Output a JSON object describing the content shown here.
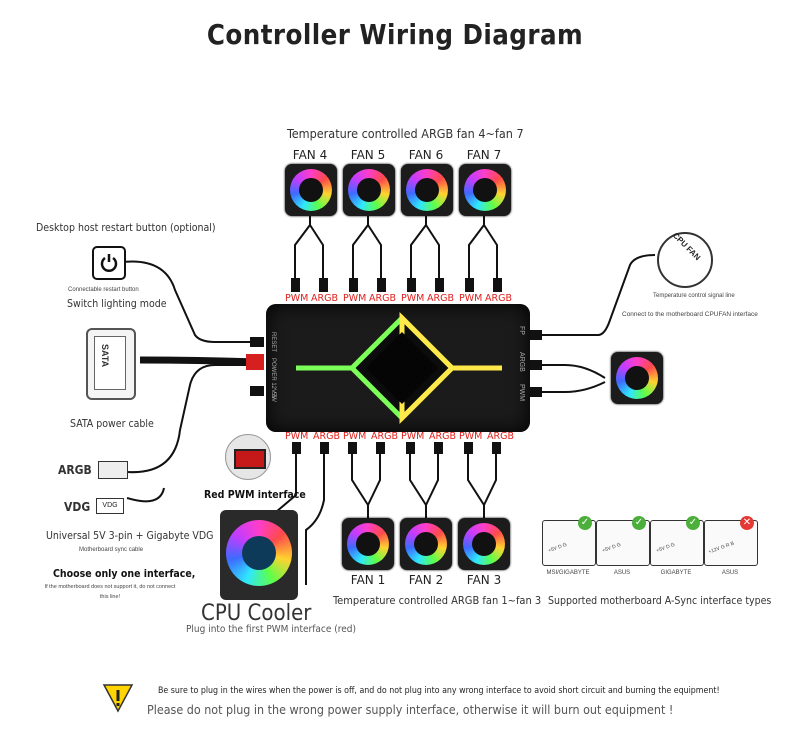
{
  "title": "Controller Wiring Diagram",
  "top_fans_label": "Temperature controlled ARGB fan 4~fan 7",
  "top_fans": [
    "FAN 4",
    "FAN 5",
    "FAN 6",
    "FAN 7"
  ],
  "bottom_fans": [
    "FAN 1",
    "FAN 2",
    "FAN 3"
  ],
  "bottom_fans_label": "Temperature controlled ARGB fan 1~fan 3",
  "port_pwm": "PWM",
  "port_argb": "ARGB",
  "hub_side_labels": {
    "left": [
      "RESET",
      "POWER 12V 5V",
      "5V"
    ],
    "right": [
      "FP",
      "ARGB",
      "PWM"
    ]
  },
  "restart": {
    "title": "Desktop host restart button (optional)",
    "note": "Connectable restart button",
    "sub": "Switch lighting mode"
  },
  "sata": {
    "connector_text": "SATA",
    "label": "SATA power cable"
  },
  "argb_vdg": {
    "argb": "ARGB",
    "vdg": "VDG",
    "vdg_plug": "VDG",
    "label": "Universal 5V 3-pin + Gigabyte VDG",
    "note": "Motherboard sync cable",
    "warning_title": "Choose only one interface,",
    "warning_note": "If the motherboard does not support it, do not connect this line!"
  },
  "cpu_fan": {
    "connector_text": "CPU FAN",
    "note": "Temperature control signal line",
    "label": "Connect to the motherboard CPUFAN interface"
  },
  "red_pwm": {
    "label": "Red PWM interface"
  },
  "cpu_cooler": {
    "title": "CPU Cooler",
    "sub": "Plug into the first PWM interface (red)"
  },
  "sync": {
    "label": "Supported motherboard A-Sync interface types",
    "types": [
      {
        "name": "MSI/GIGABYTE",
        "ok": true,
        "pins": "+5V D G"
      },
      {
        "name": "ASUS",
        "ok": true,
        "pins": "+5V D G"
      },
      {
        "name": "GIGABYTE",
        "ok": true,
        "pins": "+5V D G"
      },
      {
        "name": "ASUS",
        "ok": false,
        "pins": "+12V G R B"
      }
    ]
  },
  "footer": {
    "line1": "Be sure to plug in the wires when the power is off, and do not plug into any wrong interface to avoid short circuit and burning the equipment!",
    "line2": "Please do not plug in the wrong power supply interface, otherwise it will burn out equipment !"
  },
  "colors": {
    "hub": "#1b1b1b",
    "port_label": "#e0201c",
    "diamond_green": "#7dff5a",
    "diamond_yellow": "#ffe84a",
    "check_green": "#4caf3c",
    "cross_red": "#e53935"
  }
}
